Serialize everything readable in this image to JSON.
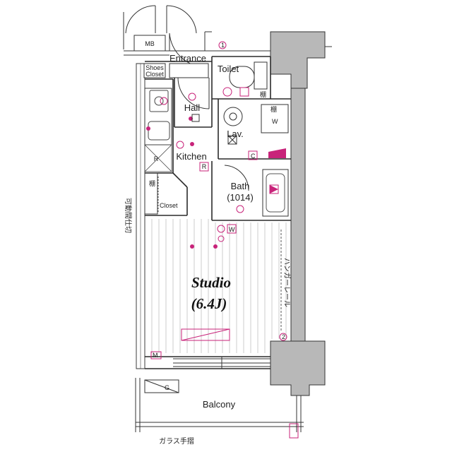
{
  "rooms": {
    "mb": "MB",
    "entrance": "Entrance",
    "shoes_closet_line1": "Shoes",
    "shoes_closet_line2": "Closet",
    "toilet": "Toilet",
    "hall": "Hall",
    "lav": "Lav.",
    "kitchen": "Kitchen",
    "bath_line1": "Bath",
    "bath_line2": "(1014)",
    "closet": "Closet",
    "studio_line1": "Studio",
    "studio_line2": "(6.4J)",
    "balcony": "Balcony"
  },
  "annotations": {
    "shelf_toilet": "棚",
    "shelf_lav": "棚",
    "shelf_closet": "棚",
    "washer": "W",
    "washer_floor": "W",
    "fridge": "R",
    "fridge2": "R",
    "hanger_rail": "ハンガーレール",
    "sliding_partition": "可動間仕切",
    "glass_railing": "ガラス手摺",
    "meter": "M",
    "gas": "G",
    "circle_1": "1",
    "circle_2": "2",
    "circle_c": "C"
  },
  "colors": {
    "wall": "#b8b8b8",
    "line": "#2a2a2a",
    "accent": "#c8237a"
  }
}
